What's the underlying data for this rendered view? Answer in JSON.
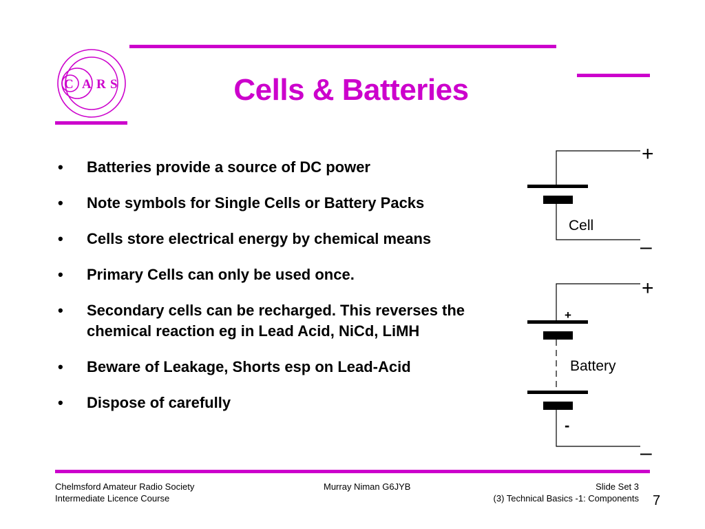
{
  "slide": {
    "title": "Cells & Batteries",
    "accent_color": "#cc00cc"
  },
  "logo": {
    "letters": [
      "C",
      "A",
      "R",
      "S"
    ]
  },
  "bullets": [
    "Batteries provide a source of DC power",
    "Note symbols for Single Cells or Battery Packs",
    "Cells store electrical energy by chemical means",
    "Primary Cells can only be used once.",
    "Secondary cells can be recharged. This reverses the chemical reaction eg in Lead Acid, NiCd, LiMH",
    "Beware of Leakage, Shorts esp on Lead-Acid",
    "Dispose of carefully"
  ],
  "bullet_glyph": "•",
  "diagram": {
    "cell_label": "Cell",
    "battery_label": "Battery",
    "cell_plus": "+",
    "cell_minus": "–",
    "battery_plus": "+",
    "battery_minus": "–",
    "battery_inner_plus": "+",
    "battery_inner_minus": "-"
  },
  "footer": {
    "left_line1": "Chelmsford Amateur Radio Society",
    "left_line2": "Intermediate Licence Course",
    "center": "Murray Niman G6JYB",
    "right_line1": "Slide Set 3",
    "right_line2": "(3) Technical Basics -1: Components",
    "page_number": "7"
  }
}
